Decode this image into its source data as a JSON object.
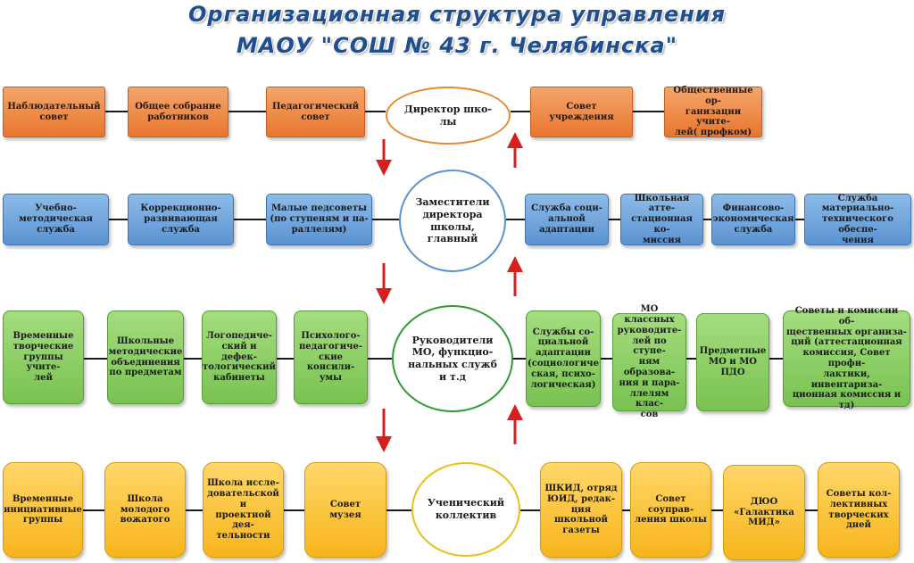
{
  "title": {
    "line1": "Организационная структура управления",
    "line2": "МАОУ \"СОШ № 43 г. Челябинска\""
  },
  "rows": [
    {
      "center": "Директор шко-\nлы",
      "left": [
        "Наблюдательный\nсовет",
        "Общее собрание\nработников",
        "Педагогический\nсовет"
      ],
      "right": [
        "Совет\nучреждения",
        "Общественные ор-\nганизации учите-\nлей( профком)"
      ]
    },
    {
      "center": "Заместители\nдиректора\nшколы,\nглавный",
      "left": [
        "Учебно-\nметодическая служба",
        "Коррекционно-\nразвивающая служба",
        "Малые педсоветы\n(по ступеням и па-\nраллелям)"
      ],
      "right": [
        "Служба соци-\nальной\nадаптации",
        "Школьная атте-\nстационная ко-\nмиссия",
        "Финансово-\nэкономическая\nслужба",
        "Служба материально-\nтехнического обеспе-\nчения"
      ]
    },
    {
      "center": "Руководители\nМО, функцио-\nнальных служб\nи т.д",
      "left": [
        "Временные\nтворческие\nгруппы учите-\nлей",
        "Школьные\nметодические\nобъединения\nпо предметам",
        "Логопедиче-\nский и дефек-\nтологический\nкабинеты",
        "Психолого-\nпедагогиче-\nские консили-\nумы"
      ],
      "right": [
        "Службы со-\nциальной\nадаптации\n(социологиче\nская, психо-\nлогическая)",
        "МО классных\nруководите-\nлей по ступе-\nням образова-\nния и пара-\nллелям клас-\nсов",
        "Предметные\nМО и МО\nПДО",
        "Советы и комиссии об-\nщественных организа-\nций (аттестационная\nкомиссия, Совет профи-\nлактики, инвентариза-\nционная комиссия и\nтд)"
      ]
    },
    {
      "center": "Ученический\nколлектив",
      "left": [
        "Временные\nинициативные\nгруппы",
        "Школа\nмолодого\nвожатого",
        "Школа иссле-\nдовательской и\nпроектной дея-\nтельности",
        "Совет\nмузея"
      ],
      "right": [
        "ШКИД, отряд\nЮИД, редак-\nция школьной\nгазеты",
        "Совет соуправ-\nления школы",
        "ДЮО\n«Галактика\nМИД»",
        "Советы кол-\nлективных\nтворческих\nдней"
      ]
    }
  ],
  "colors": {
    "orange": "#e8762e",
    "blue": "#5b93d1",
    "green": "#79c251",
    "yellow": "#f7b51c",
    "arrow": "#d42020",
    "title": "#1f4f8f"
  }
}
